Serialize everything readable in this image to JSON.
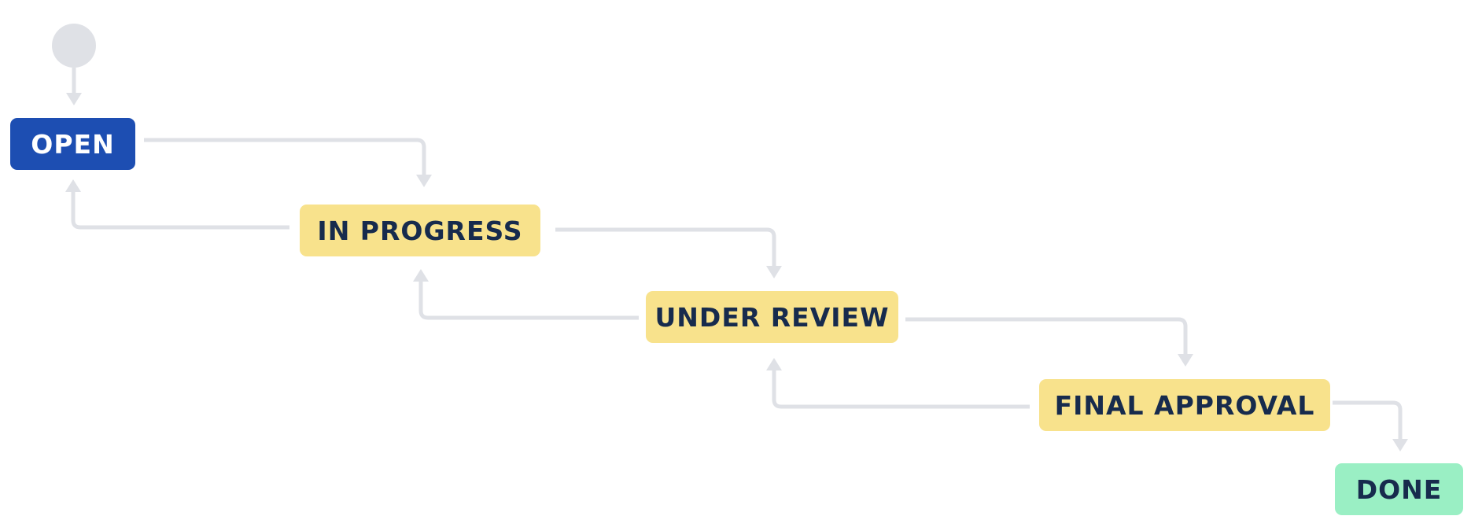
{
  "workflow": {
    "statuses": [
      {
        "label": "OPEN",
        "category": "todo"
      },
      {
        "label": "IN PROGRESS",
        "category": "in-progress"
      },
      {
        "label": "UNDER REVIEW",
        "category": "in-progress"
      },
      {
        "label": "FINAL APPROVAL",
        "category": "in-progress"
      },
      {
        "label": "DONE",
        "category": "done"
      }
    ],
    "transitions": [
      {
        "from": "start",
        "to": "OPEN"
      },
      {
        "from": "OPEN",
        "to": "IN PROGRESS"
      },
      {
        "from": "IN PROGRESS",
        "to": "OPEN"
      },
      {
        "from": "IN PROGRESS",
        "to": "UNDER REVIEW"
      },
      {
        "from": "UNDER REVIEW",
        "to": "IN PROGRESS"
      },
      {
        "from": "UNDER REVIEW",
        "to": "FINAL APPROVAL"
      },
      {
        "from": "FINAL APPROVAL",
        "to": "UNDER REVIEW"
      },
      {
        "from": "FINAL APPROVAL",
        "to": "DONE"
      }
    ]
  },
  "colors": {
    "todo_bg": "#1d4eb2",
    "todo_text": "#ffffff",
    "in_progress_bg": "#f8e28c",
    "in_progress_text": "#172b4d",
    "done_bg": "#9aefc4",
    "done_text": "#172b4d",
    "connector": "#dfe1e6",
    "start_node": "#dfe1e6"
  }
}
